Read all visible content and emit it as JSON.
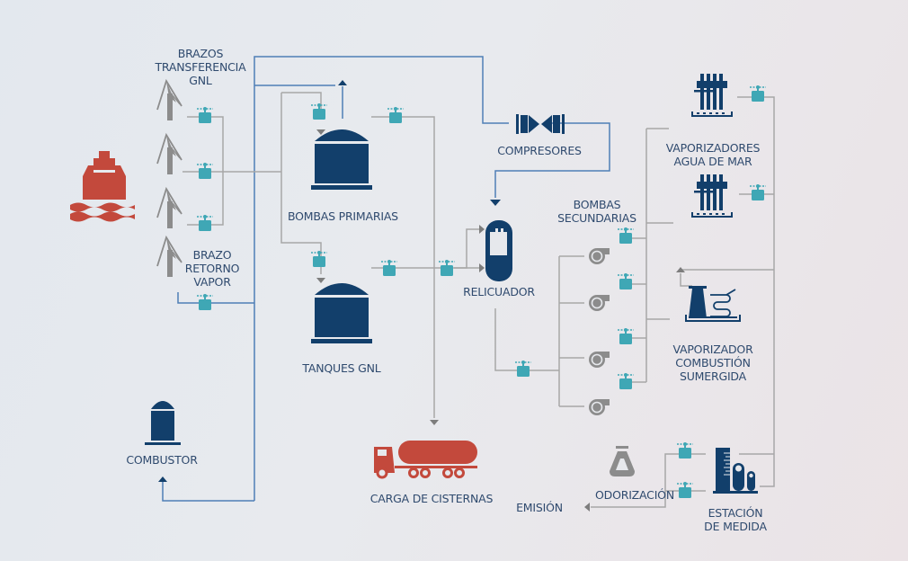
{
  "diagram": {
    "title": "Planta de regasificación de GNL",
    "colors": {
      "navy": "#123f6b",
      "teal": "#3fa7b5",
      "red": "#c3493c",
      "gray": "#8c8c8c",
      "line_gray": "#a7a7a7",
      "line_blue": "#4f7fb6",
      "text": "#2f4a6e"
    },
    "labels": {
      "brazos_transferencia": [
        "BRAZOS",
        "TRANSFERENCIA",
        "GNL"
      ],
      "brazo_retorno": [
        "BRAZO",
        "RETORNO",
        "VAPOR"
      ],
      "bombas_primarias": "BOMBAS PRIMARIAS",
      "tanques_gnl": "TANQUES GNL",
      "combustor": "COMBUSTOR",
      "carga_cisternas": "CARGA DE CISTERNAS",
      "compresores": "COMPRESORES",
      "relicuador": "RELICUADOR",
      "bombas_secundarias": [
        "BOMBAS",
        "SECUNDARIAS"
      ],
      "vaporizadores_agua_mar": [
        "VAPORIZADORES",
        "AGUA DE MAR"
      ],
      "vaporizador_combustion": [
        "VAPORIZADOR",
        "COMBUSTIÓN",
        "SUMERGIDA"
      ],
      "odorizacion": "ODORIZACIÓN",
      "emision": "EMISIÓN",
      "estacion_medida": [
        "ESTACIÓN",
        "DE MEDIDA"
      ]
    },
    "icons": {
      "ship": "ship-icon",
      "loading_arm": "loading-arm-icon",
      "valve": "valve-icon",
      "tank": "tank-icon",
      "combustor": "combustor-icon",
      "truck": "tanker-truck-icon",
      "compressor": "compressor-icon",
      "recondenser": "recondenser-icon",
      "pump": "pump-icon",
      "vaporizer": "vaporizer-icon",
      "scv": "submerged-combustion-vaporizer-icon",
      "odorizer": "odorizer-icon",
      "metering": "metering-station-icon"
    },
    "counts": {
      "loading_arms": 4,
      "secondary_pumps": 4,
      "seawater_vaporizers": 2
    }
  }
}
